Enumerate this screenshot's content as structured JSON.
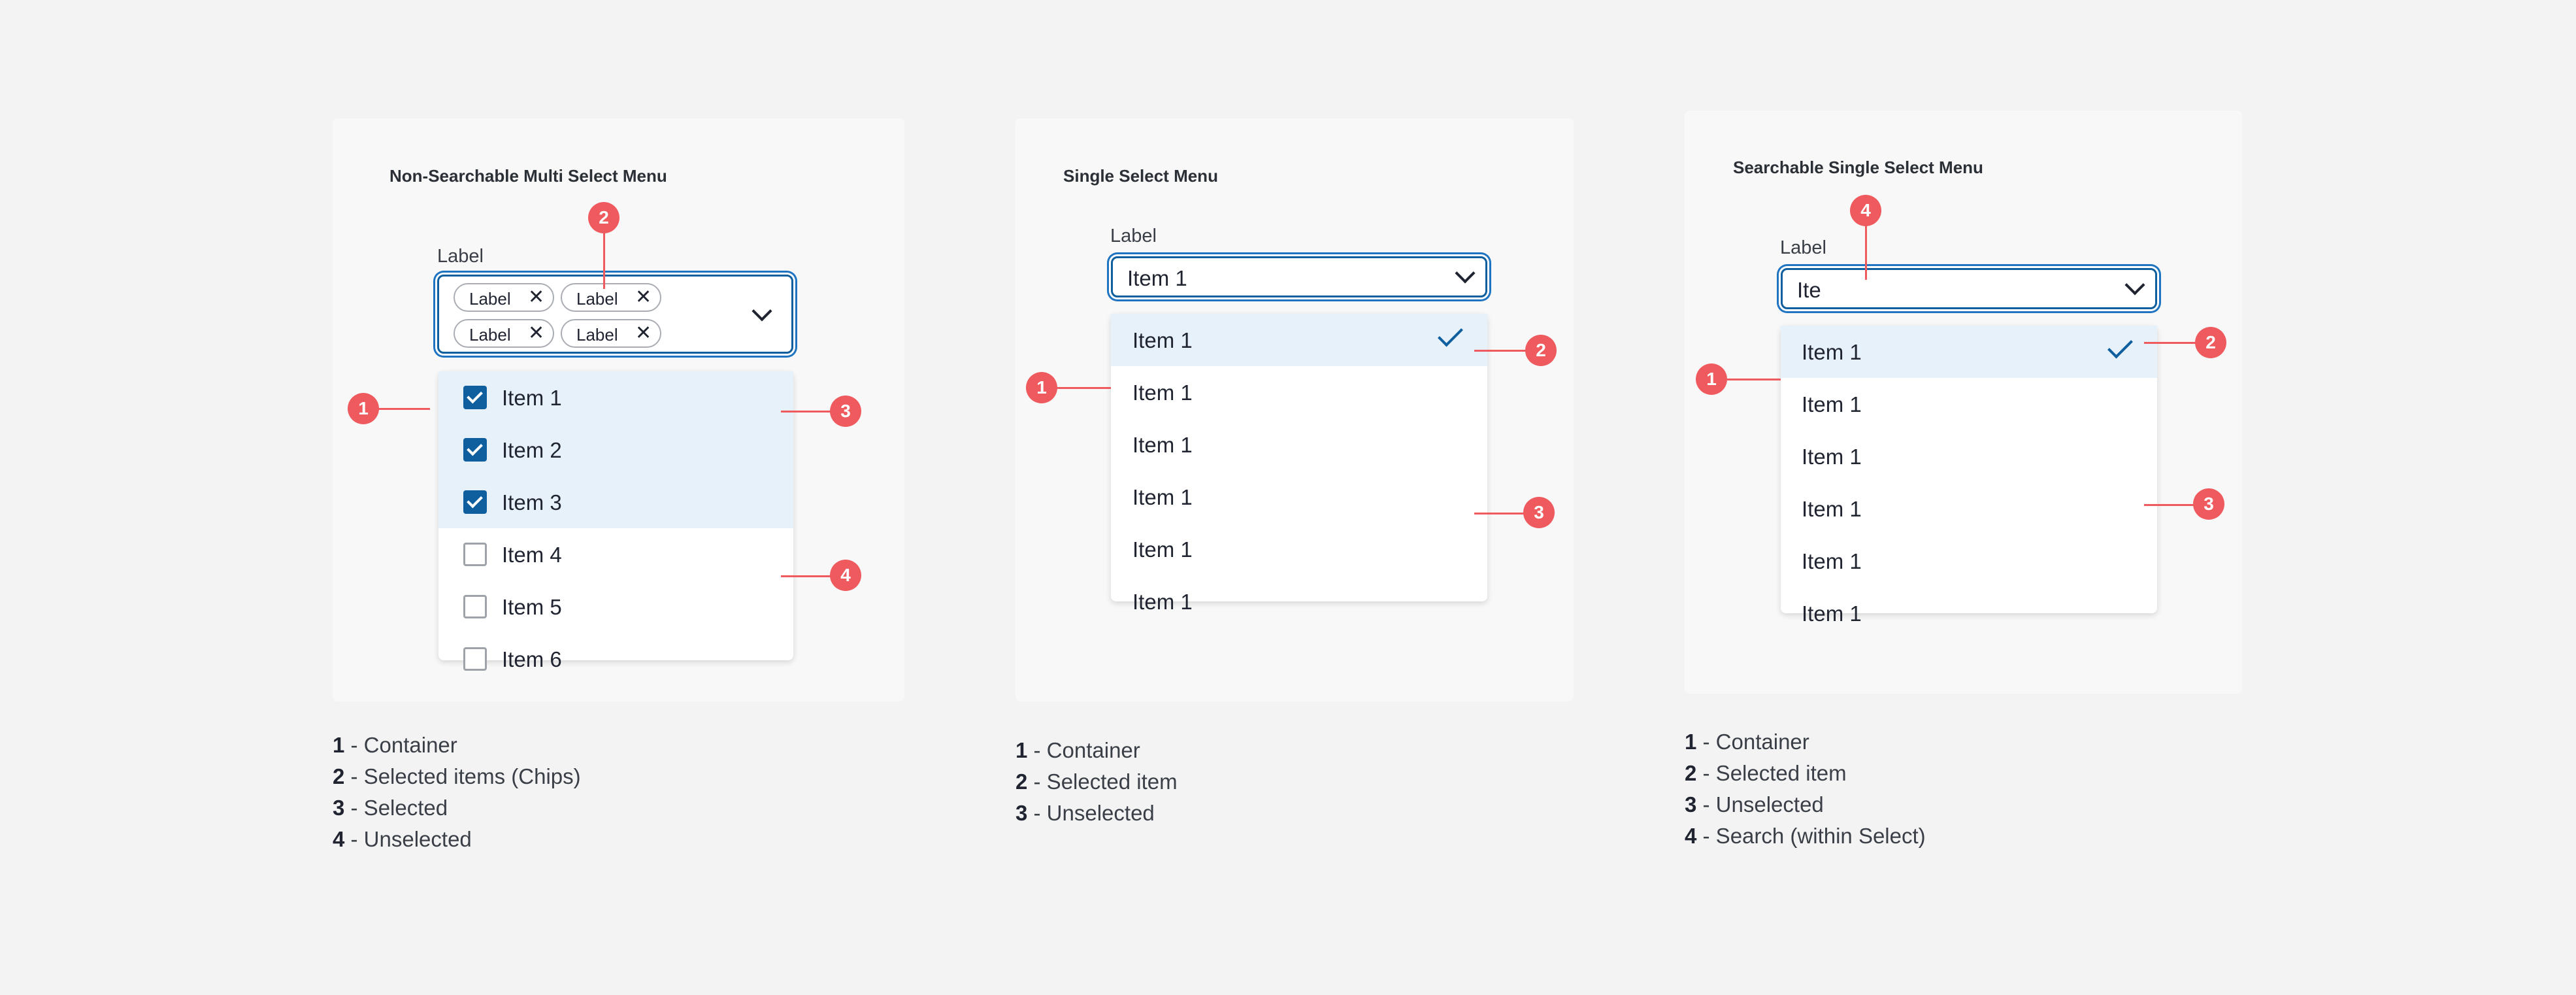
{
  "panels": {
    "multi": {
      "title": "Non-Searchable Multi Select Menu",
      "field_label": "Label",
      "chips": [
        "Label",
        "Label",
        "Label",
        "Label"
      ],
      "chip_remove": "✕",
      "items": [
        {
          "label": "Item 1",
          "checked": true
        },
        {
          "label": "Item 2",
          "checked": true
        },
        {
          "label": "Item 3",
          "checked": true
        },
        {
          "label": "Item 4",
          "checked": false
        },
        {
          "label": "Item 5",
          "checked": false
        },
        {
          "label": "Item 6",
          "checked": false
        }
      ],
      "badges": [
        "1",
        "2",
        "3",
        "4"
      ],
      "legend": [
        {
          "num": "1",
          "text": " - Container"
        },
        {
          "num": "2",
          "text": " - Selected items (Chips)"
        },
        {
          "num": "3",
          "text": " - Selected"
        },
        {
          "num": "4",
          "text": " - Unselected"
        }
      ]
    },
    "single": {
      "title": "Single Select Menu",
      "field_label": "Label",
      "field_value": "Item 1",
      "items": [
        "Item 1",
        "Item 1",
        "Item 1",
        "Item 1",
        "Item 1",
        "Item 1"
      ],
      "badges": [
        "1",
        "2",
        "3"
      ],
      "legend": [
        {
          "num": "1",
          "text": " - Container"
        },
        {
          "num": "2",
          "text": " - Selected item"
        },
        {
          "num": "3",
          "text": " - Unselected"
        }
      ]
    },
    "search": {
      "title": "Searchable Single Select Menu",
      "field_label": "Label",
      "field_value": "Ite",
      "items": [
        "Item 1",
        "Item 1",
        "Item 1",
        "Item 1",
        "Item 1",
        "Item 1"
      ],
      "badges": [
        "1",
        "2",
        "3",
        "4"
      ],
      "legend": [
        {
          "num": "1",
          "text": " - Container"
        },
        {
          "num": "2",
          "text": " - Selected item"
        },
        {
          "num": "3",
          "text": " - Unselected"
        },
        {
          "num": "4",
          "text": " - Search (within Select)"
        }
      ]
    }
  },
  "icons": {
    "chevron": "chevron-down-icon",
    "check": "checkmark-icon",
    "checkbox": "checkbox-icon",
    "close": "close-icon"
  },
  "colors": {
    "background": "#f3f3f3",
    "panel": "#f8f8f8",
    "accent": "#0f5f9e",
    "focus_ring": "#1f74c2",
    "selected_row": "#e7f1fa",
    "annotation": "#ef5a5f"
  }
}
